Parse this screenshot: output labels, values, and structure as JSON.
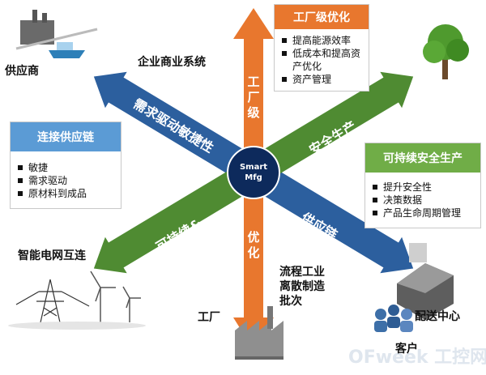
{
  "center": {
    "line1": "Smart",
    "line2": "Mfg"
  },
  "arrows": {
    "vertical_top": "工厂级",
    "vertical_bottom": "优化",
    "blue_upper": "需求驱动敏捷性",
    "blue_lower": "供应链",
    "green_upper": "安全生产",
    "green_lower": "可持续&"
  },
  "labels": {
    "supplier": "供应商",
    "enterprise": "企业商业系统",
    "smart_grid": "智能电网互连",
    "factory": "工厂",
    "process_industry": [
      "流程工业",
      "离散制造",
      "批次"
    ],
    "distribution": "配送中心",
    "customer": "客户",
    "watermark": "OFweek 工控网"
  },
  "box_factory": {
    "title": "工厂级优化",
    "items": [
      "提高能源效率",
      "低成本和提高资产优化",
      "资产管理"
    ]
  },
  "box_supply": {
    "title": "连接供应链",
    "items": [
      "敏捷",
      "需求驱动",
      "原材料到成品"
    ]
  },
  "box_safety": {
    "title": "可持续安全生产",
    "items": [
      "提升安全性",
      "决策数据",
      "产品生命周期管理"
    ]
  },
  "colors": {
    "orange": "#e8772e",
    "blue": "#2c5f9e",
    "green": "#4f8b32",
    "center": "#0d2a5c",
    "box_blue_header": "#5b9bd5",
    "box_green_header": "#70ad47"
  }
}
